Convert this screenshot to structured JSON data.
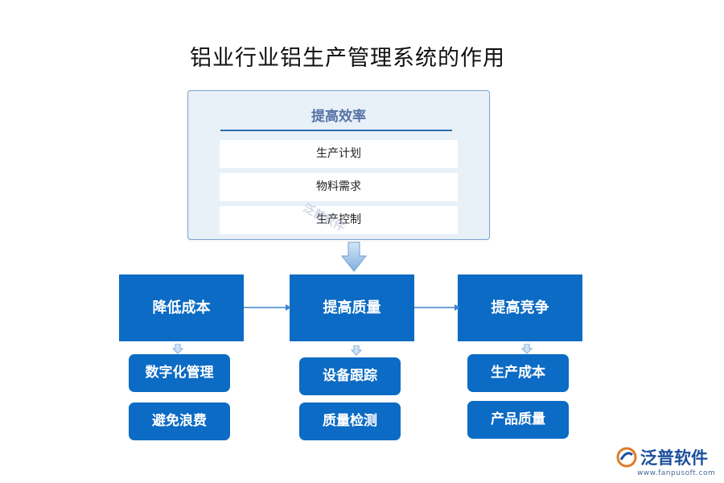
{
  "title": "铝业行业铝生产管理系统的作用",
  "panel": {
    "heading": "提高效率",
    "items": [
      "生产计划",
      "物料需求",
      "生产控制"
    ]
  },
  "columns": [
    {
      "label": "降低成本",
      "subs": [
        "数字化管理",
        "避免浪费"
      ]
    },
    {
      "label": "提高质量",
      "subs": [
        "设备跟踪",
        "质量检测"
      ]
    },
    {
      "label": "提高竞争",
      "subs": [
        "生产成本",
        "产品质量"
      ]
    }
  ],
  "watermark": {
    "center": "泛普软件",
    "logo": "泛普软件",
    "url": "www.fanpusoft.com"
  },
  "colors": {
    "box": "#0c6bc4",
    "panel_bg": "#e8f0f8",
    "panel_title": "#5572a5"
  }
}
